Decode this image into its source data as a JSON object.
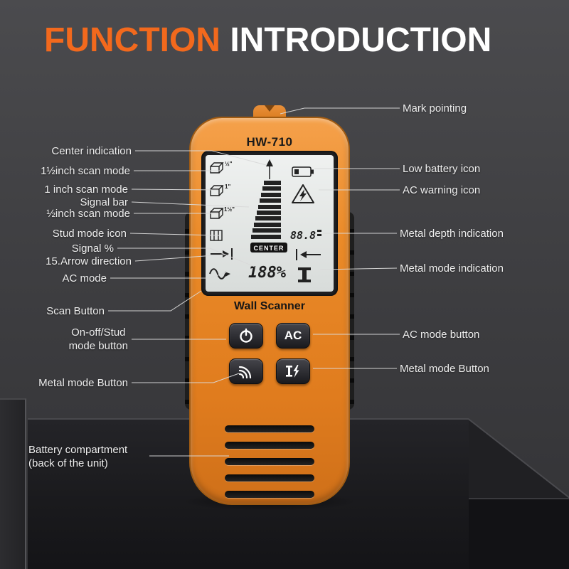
{
  "title": {
    "accent": "FUNCTION",
    "rest": "INTRODUCTION"
  },
  "device": {
    "model": "HW-710",
    "product_name": "Wall Scanner",
    "lcd": {
      "scan_depth_1": "½\"",
      "scan_depth_2": "1\"",
      "scan_depth_3": "1½\"",
      "center_badge": "CENTER",
      "signal_percent": "188%",
      "metal_depth": "88.8"
    },
    "buttons": {
      "ac_label": "AC"
    }
  },
  "labels": {
    "left": [
      {
        "text": "Center indication"
      },
      {
        "text": "1½inch scan mode"
      },
      {
        "text": "1 inch scan mode"
      },
      {
        "text": "Signal bar"
      },
      {
        "text": "½inch scan mode"
      },
      {
        "text": "Stud mode icon"
      },
      {
        "text": "Signal %"
      },
      {
        "text": "15.Arrow direction"
      },
      {
        "text": "AC mode"
      },
      {
        "text": "Scan Button"
      },
      {
        "text": "On-off/Stud\nmode button"
      },
      {
        "text": "Metal mode Button"
      },
      {
        "text": "Battery compartment\n(back of the unit)"
      }
    ],
    "right": [
      {
        "text": "Mark pointing"
      },
      {
        "text": "Low battery icon"
      },
      {
        "text": "AC warning icon"
      },
      {
        "text": "Metal depth indication"
      },
      {
        "text": "Metal mode indication"
      },
      {
        "text": "AC mode button"
      },
      {
        "text": "Metal mode Button"
      }
    ]
  },
  "colors": {
    "accent_orange": "#f2691d",
    "device_orange": "#e9861f",
    "background_dark": "#3a3a3d",
    "label_text": "#ededed",
    "lcd_background": "#e5e8e7"
  }
}
